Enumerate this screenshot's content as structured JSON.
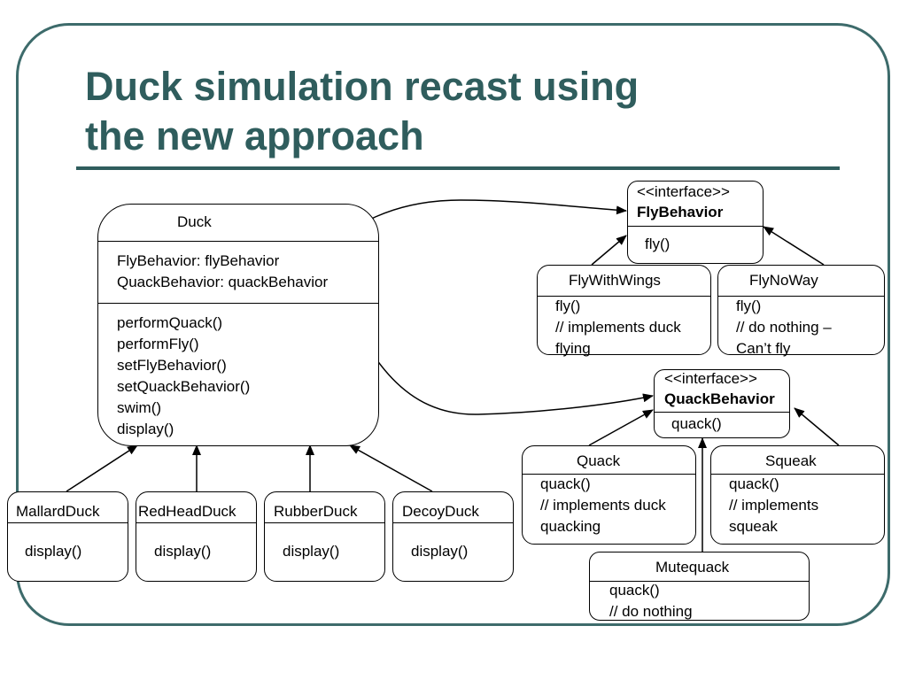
{
  "slide": {
    "title_line1": "Duck simulation recast using",
    "title_line2": "the new approach"
  },
  "duck": {
    "name": "Duck",
    "attributes": [
      "FlyBehavior: flyBehavior",
      "QuackBehavior: quackBehavior"
    ],
    "methods": [
      "performQuack()",
      "performFly()",
      "setFlyBehavior()",
      "setQuackBehavior()",
      "swim()",
      "display()"
    ]
  },
  "subclasses": [
    {
      "name": "MallardDuck",
      "method": "display()"
    },
    {
      "name": "RedHeadDuck",
      "method": "display()"
    },
    {
      "name": "RubberDuck",
      "method": "display()"
    },
    {
      "name": "DecoyDuck",
      "method": "display()"
    }
  ],
  "fly_behavior": {
    "stereotype": "<<interface>>",
    "name": "FlyBehavior",
    "method": "fly()"
  },
  "fly_with_wings": {
    "name": "FlyWithWings",
    "lines": [
      "fly()",
      "// implements duck",
      "flying"
    ]
  },
  "fly_no_way": {
    "name": "FlyNoWay",
    "lines": [
      "fly()",
      "// do nothing –",
      "Can’t fly"
    ]
  },
  "quack_behavior": {
    "stereotype": "<<interface>>",
    "name": "QuackBehavior",
    "method": "quack()"
  },
  "quack": {
    "name": "Quack",
    "lines": [
      "quack()",
      "// implements duck",
      "quacking"
    ]
  },
  "squeak": {
    "name": "Squeak",
    "lines": [
      "quack()",
      "// implements",
      "squeak"
    ]
  },
  "mutequack": {
    "name": "Mutequack",
    "lines": [
      "quack()",
      "// do nothing"
    ]
  }
}
